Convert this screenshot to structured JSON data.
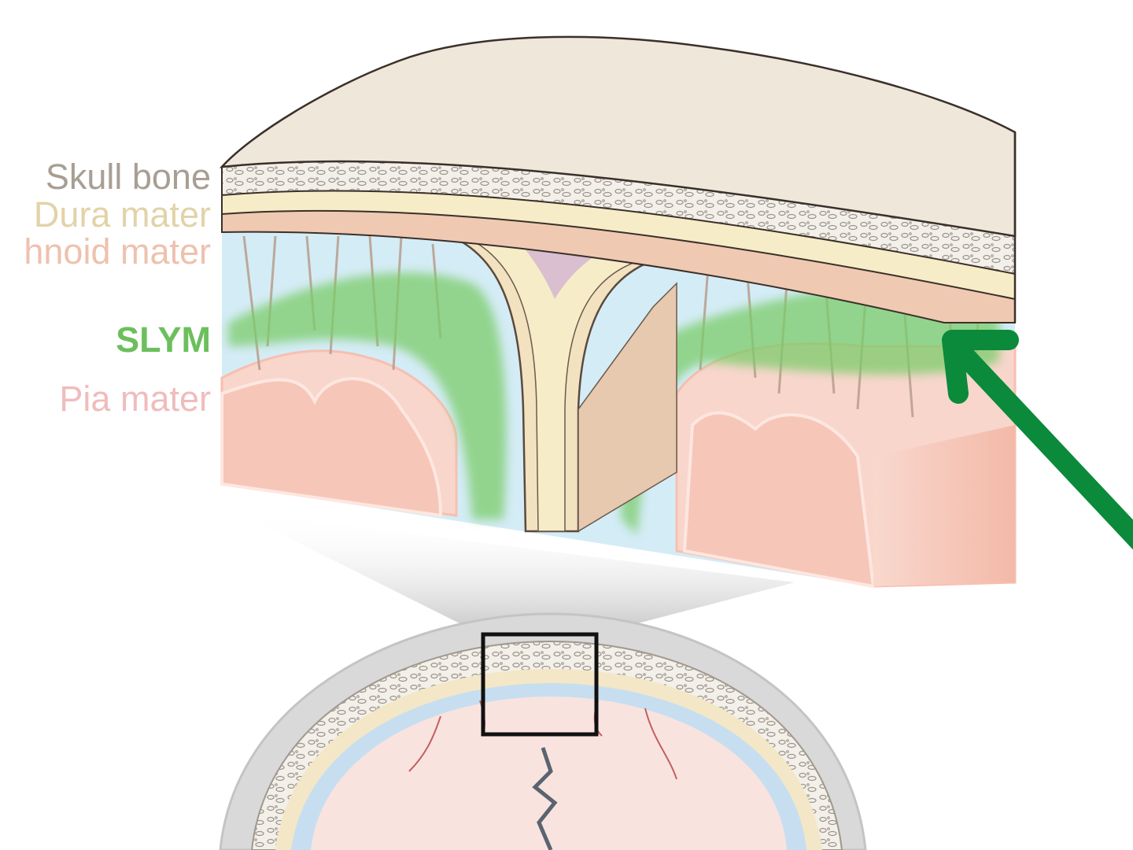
{
  "labels": {
    "skull_bone": "Skull bone",
    "dura_mater": "Dura mater",
    "arachnoid_mater": "hnoid mater",
    "slym": "SLYM",
    "pia_mater": "Pia mater"
  },
  "colors": {
    "skull_label": "#a89e94",
    "dura_label": "#e2d3a8",
    "arachnoid_label": "#eec1ae",
    "slym_label": "#6cbf5c",
    "pia_label": "#f0bcbc",
    "arrow": "#0a8a3a",
    "skull_surface": "#efe7da",
    "dura": "#f7ecc8",
    "csf": "#d4ecf6",
    "brain": "#f6cfc6",
    "sinus": "#d9bfcf",
    "slym": "#7ccc6a"
  }
}
